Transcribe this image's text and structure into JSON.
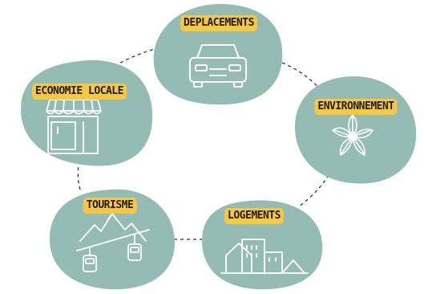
{
  "colors": {
    "blob": "#94bcb3",
    "tag": "#f6c743",
    "icon_stroke": "#ffffff",
    "connector": "#333333"
  },
  "nodes": [
    {
      "id": "deplacements",
      "label": "DEPLACEMENTS",
      "icon": "car-icon"
    },
    {
      "id": "environnement",
      "label": "ENVIRONNEMENT",
      "icon": "edelweiss-flower-icon"
    },
    {
      "id": "logements",
      "label": "LOGEMENTS",
      "icon": "buildings-icon"
    },
    {
      "id": "tourisme",
      "label": "TOURISME",
      "icon": "mountain-cable-car-icon"
    },
    {
      "id": "economie",
      "label": "ECONOMIE LOCALE",
      "icon": "shop-storefront-icon"
    }
  ]
}
